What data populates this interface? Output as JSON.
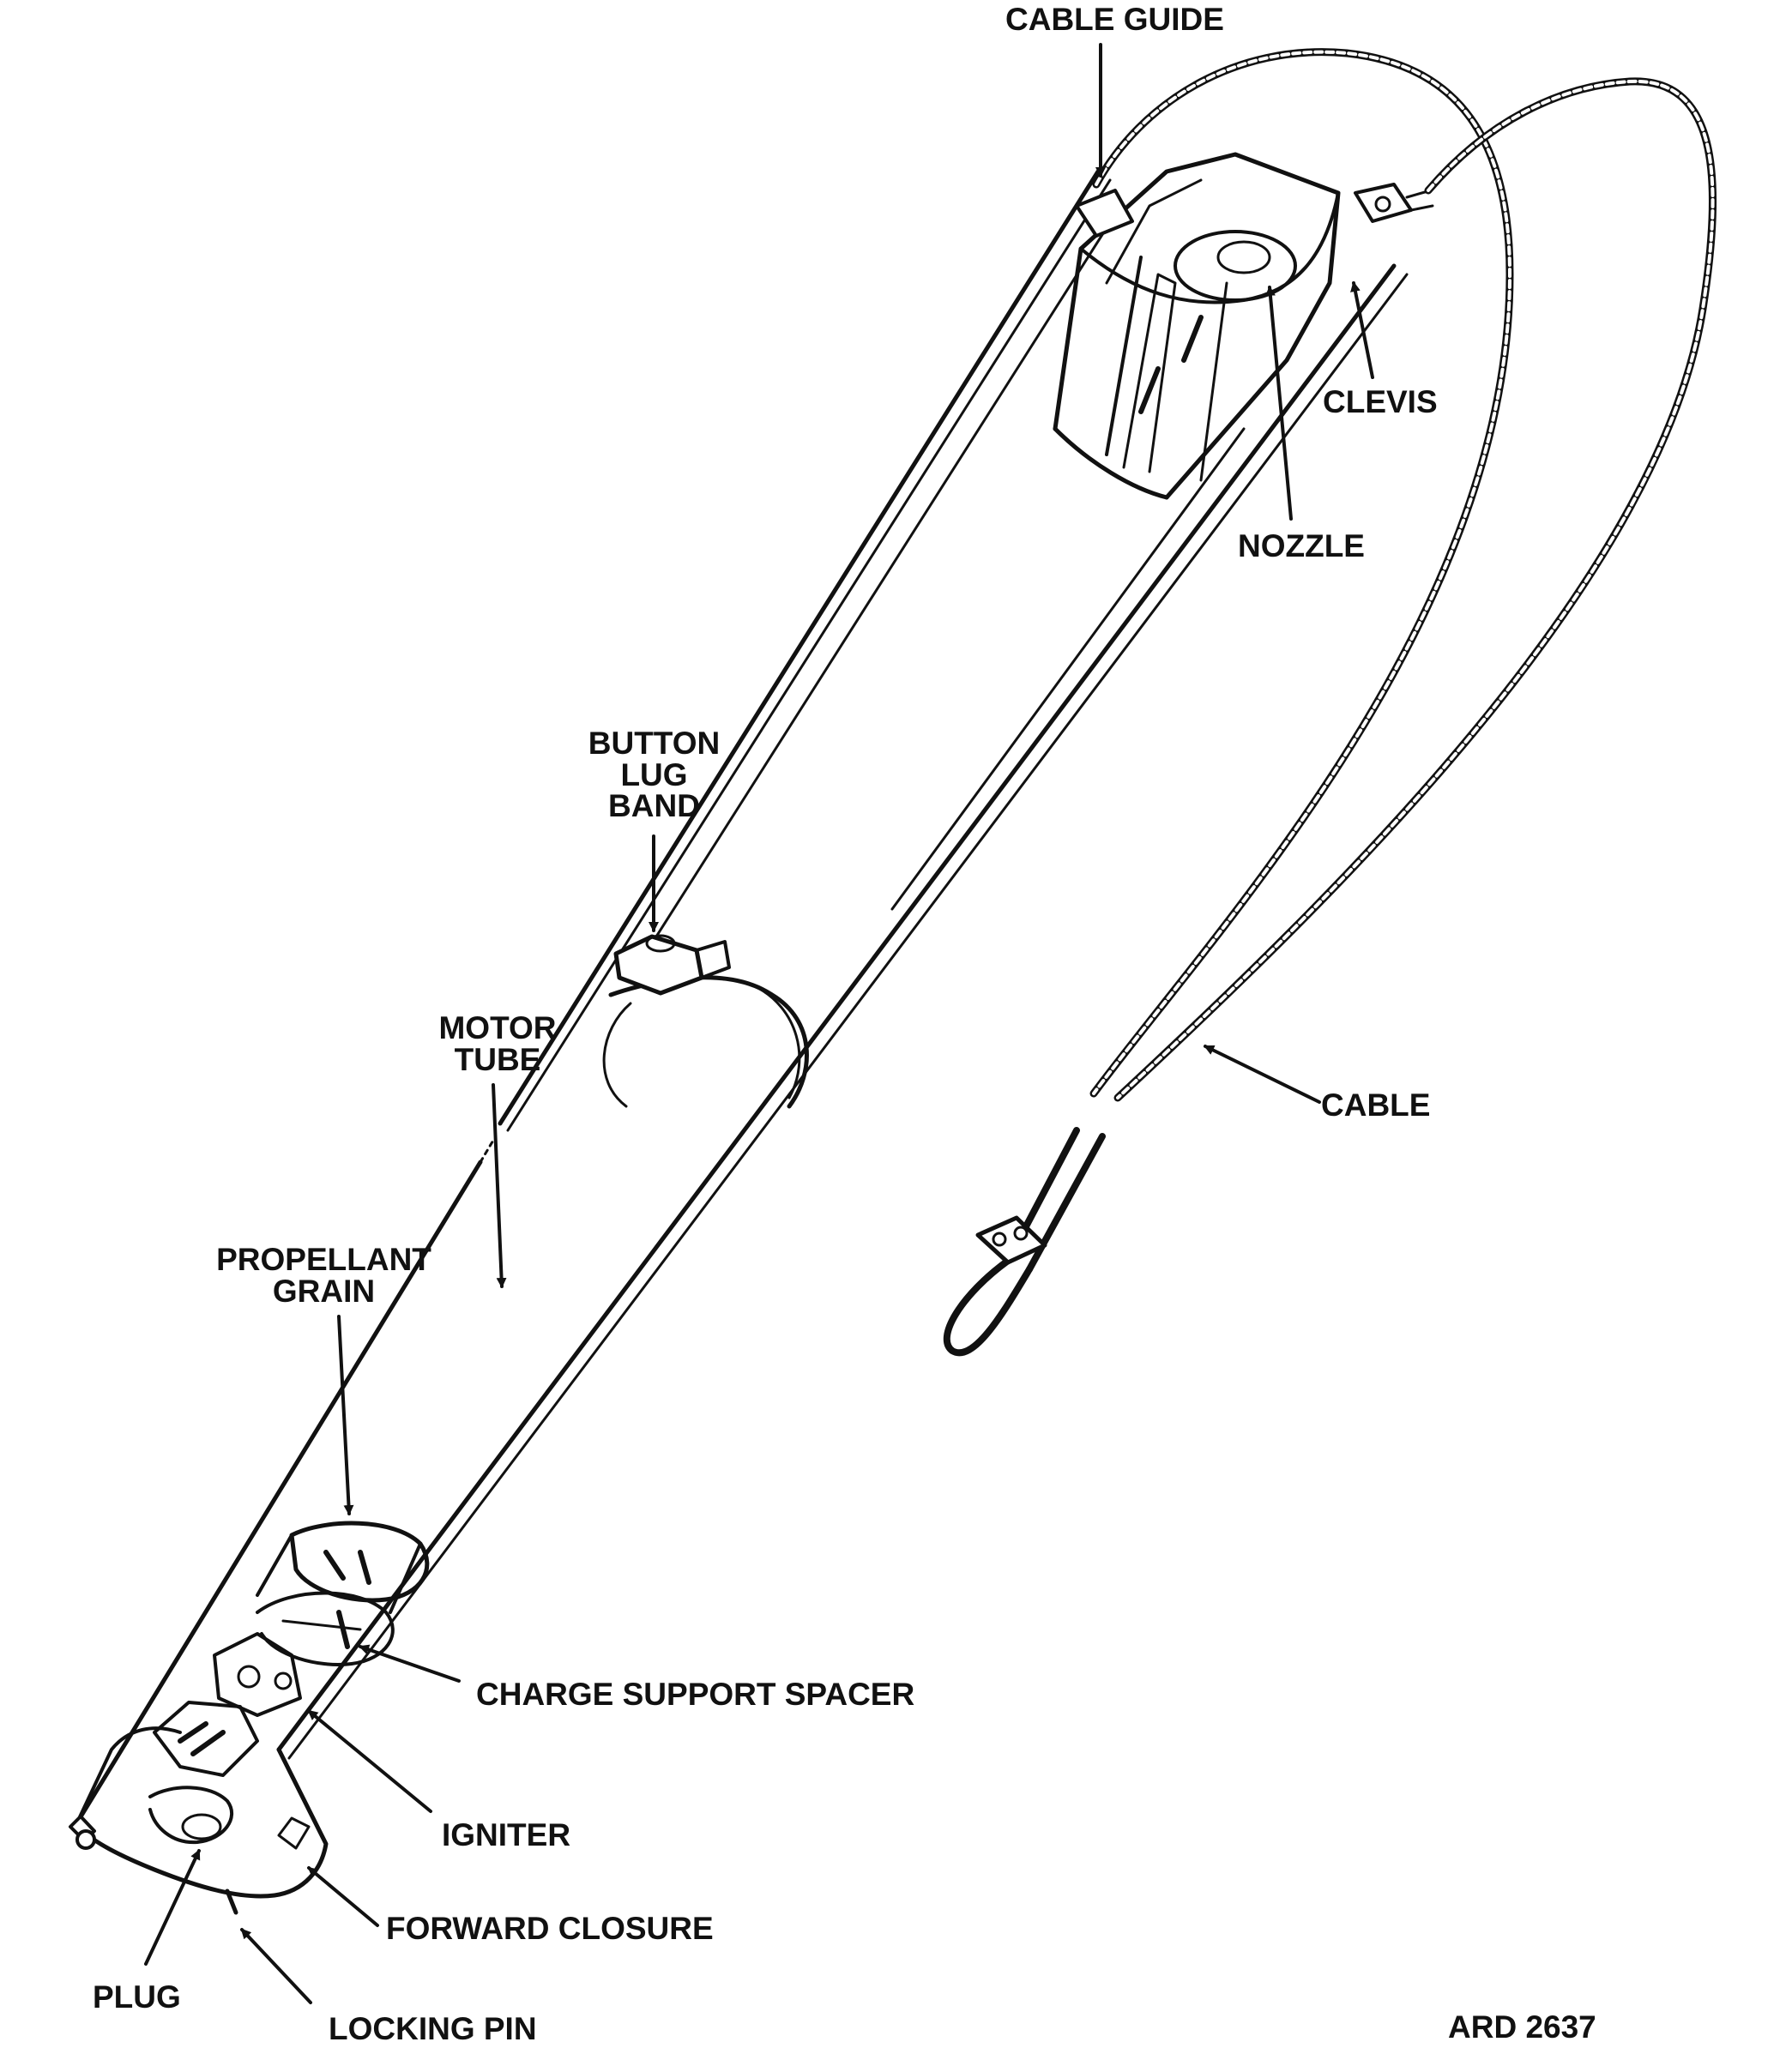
{
  "colors": {
    "ink": "#111111",
    "paper": "#ffffff"
  },
  "labels": {
    "cable_guide": "CABLE GUIDE",
    "clevis": "CLEVIS",
    "nozzle": "NOZZLE",
    "button_lug_band": [
      "BUTTON",
      "LUG",
      "BAND"
    ],
    "motor_tube": [
      "MOTOR",
      "TUBE"
    ],
    "cable": "CABLE",
    "propellant_grain": [
      "PROPELLANT",
      "GRAIN"
    ],
    "charge_support_spacer": "CHARGE SUPPORT SPACER",
    "igniter": "IGNITER",
    "forward_closure": "FORWARD CLOSURE",
    "plug": "PLUG",
    "locking_pin": "LOCKING PIN"
  },
  "figure_id": "ARD 2637"
}
